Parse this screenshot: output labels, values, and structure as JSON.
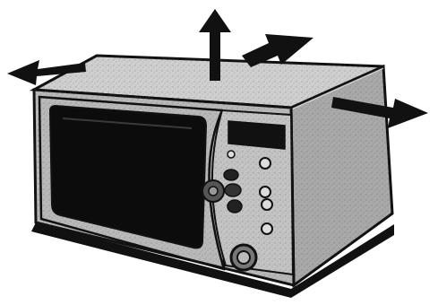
{
  "figure": {
    "subject": "microwave-oven",
    "arrows": [
      {
        "name": "arrow-up",
        "direction": "up"
      },
      {
        "name": "arrow-up-right",
        "direction": "up-right"
      },
      {
        "name": "arrow-left",
        "direction": "left"
      },
      {
        "name": "arrow-right",
        "direction": "right"
      }
    ],
    "colors": {
      "ink": "#111111",
      "body_gray": "#b9b9b9",
      "top_gray": "#d0d0d0",
      "side_gray": "#a9a9a9",
      "window_dark": "#0c0c0c",
      "background": "#ffffff"
    }
  }
}
